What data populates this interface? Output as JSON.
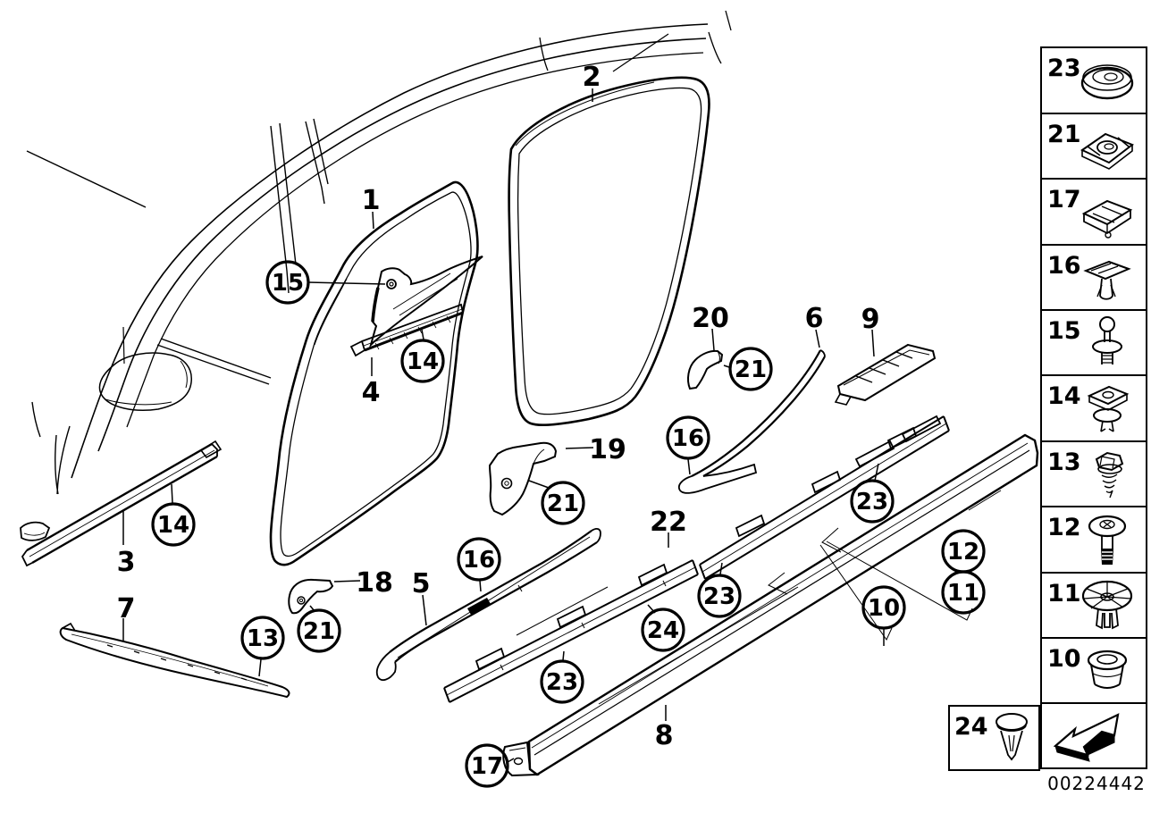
{
  "colors": {
    "line": "#000000",
    "background": "#ffffff"
  },
  "footer": {
    "image_number": "00224442"
  },
  "diagram": {
    "plain_labels": [
      {
        "text": "1"
      },
      {
        "text": "2"
      },
      {
        "text": "3"
      },
      {
        "text": "4"
      },
      {
        "text": "5"
      },
      {
        "text": "6"
      },
      {
        "text": "7"
      },
      {
        "text": "8"
      },
      {
        "text": "9"
      },
      {
        "text": "18"
      },
      {
        "text": "19"
      },
      {
        "text": "20"
      },
      {
        "text": "22"
      }
    ],
    "circle_labels": [
      {
        "text": "15"
      },
      {
        "text": "14"
      },
      {
        "text": "14"
      },
      {
        "text": "13"
      },
      {
        "text": "21"
      },
      {
        "text": "21"
      },
      {
        "text": "21"
      },
      {
        "text": "16"
      },
      {
        "text": "16"
      },
      {
        "text": "23"
      },
      {
        "text": "23"
      },
      {
        "text": "23"
      },
      {
        "text": "24"
      },
      {
        "text": "17"
      },
      {
        "text": "10"
      },
      {
        "text": "12"
      },
      {
        "text": "11"
      }
    ]
  },
  "legend": {
    "items": [
      {
        "label": "23",
        "icon": "grommet-dome-icon"
      },
      {
        "label": "21",
        "icon": "speed-nut-icon"
      },
      {
        "label": "17",
        "icon": "channel-clip-icon"
      },
      {
        "label": "16",
        "icon": "expanding-rivet-icon"
      },
      {
        "label": "15",
        "icon": "push-pin-rivet-icon"
      },
      {
        "label": "14",
        "icon": "clip-nut-rivet-icon"
      },
      {
        "label": "13",
        "icon": "hex-screw-icon"
      },
      {
        "label": "12",
        "icon": "countersunk-screw-icon"
      },
      {
        "label": "11",
        "icon": "expanding-nut-icon"
      },
      {
        "label": "10",
        "icon": "grommet-bushing-icon"
      }
    ],
    "side_item": {
      "label": "24",
      "icon": "push-pin-clip-icon"
    }
  }
}
